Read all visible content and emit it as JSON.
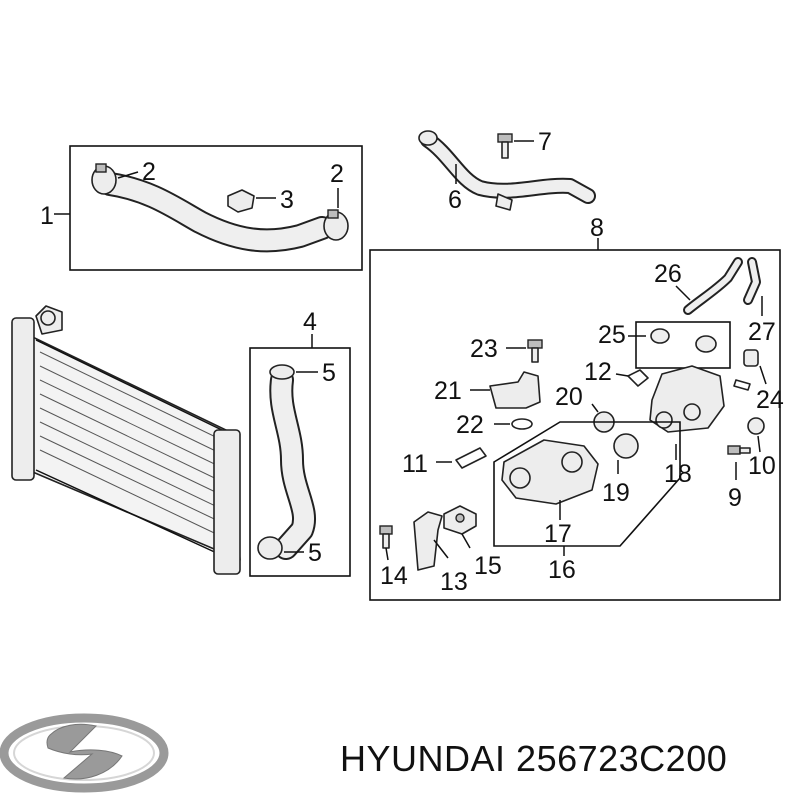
{
  "callouts": {
    "c1": "1",
    "c2a": "2",
    "c2b": "2",
    "c3": "3",
    "c4": "4",
    "c5a": "5",
    "c5b": "5",
    "c6": "6",
    "c7": "7",
    "c8": "8",
    "c9": "9",
    "c10": "10",
    "c11": "11",
    "c12": "12",
    "c13": "13",
    "c14": "14",
    "c15": "15",
    "c16": "16",
    "c17": "17",
    "c18": "18",
    "c19": "19",
    "c20": "20",
    "c21": "21",
    "c22": "22",
    "c23": "23",
    "c24": "24",
    "c25": "25",
    "c26": "26",
    "c27": "27"
  },
  "footer": {
    "brand": "HYUNDAI",
    "part_number": "256723C200"
  },
  "logo": {
    "icon": "hyundai-logo-icon",
    "color": "#9a9a9a"
  },
  "colors": {
    "line": "#111111",
    "part_fill": "#ededed"
  }
}
